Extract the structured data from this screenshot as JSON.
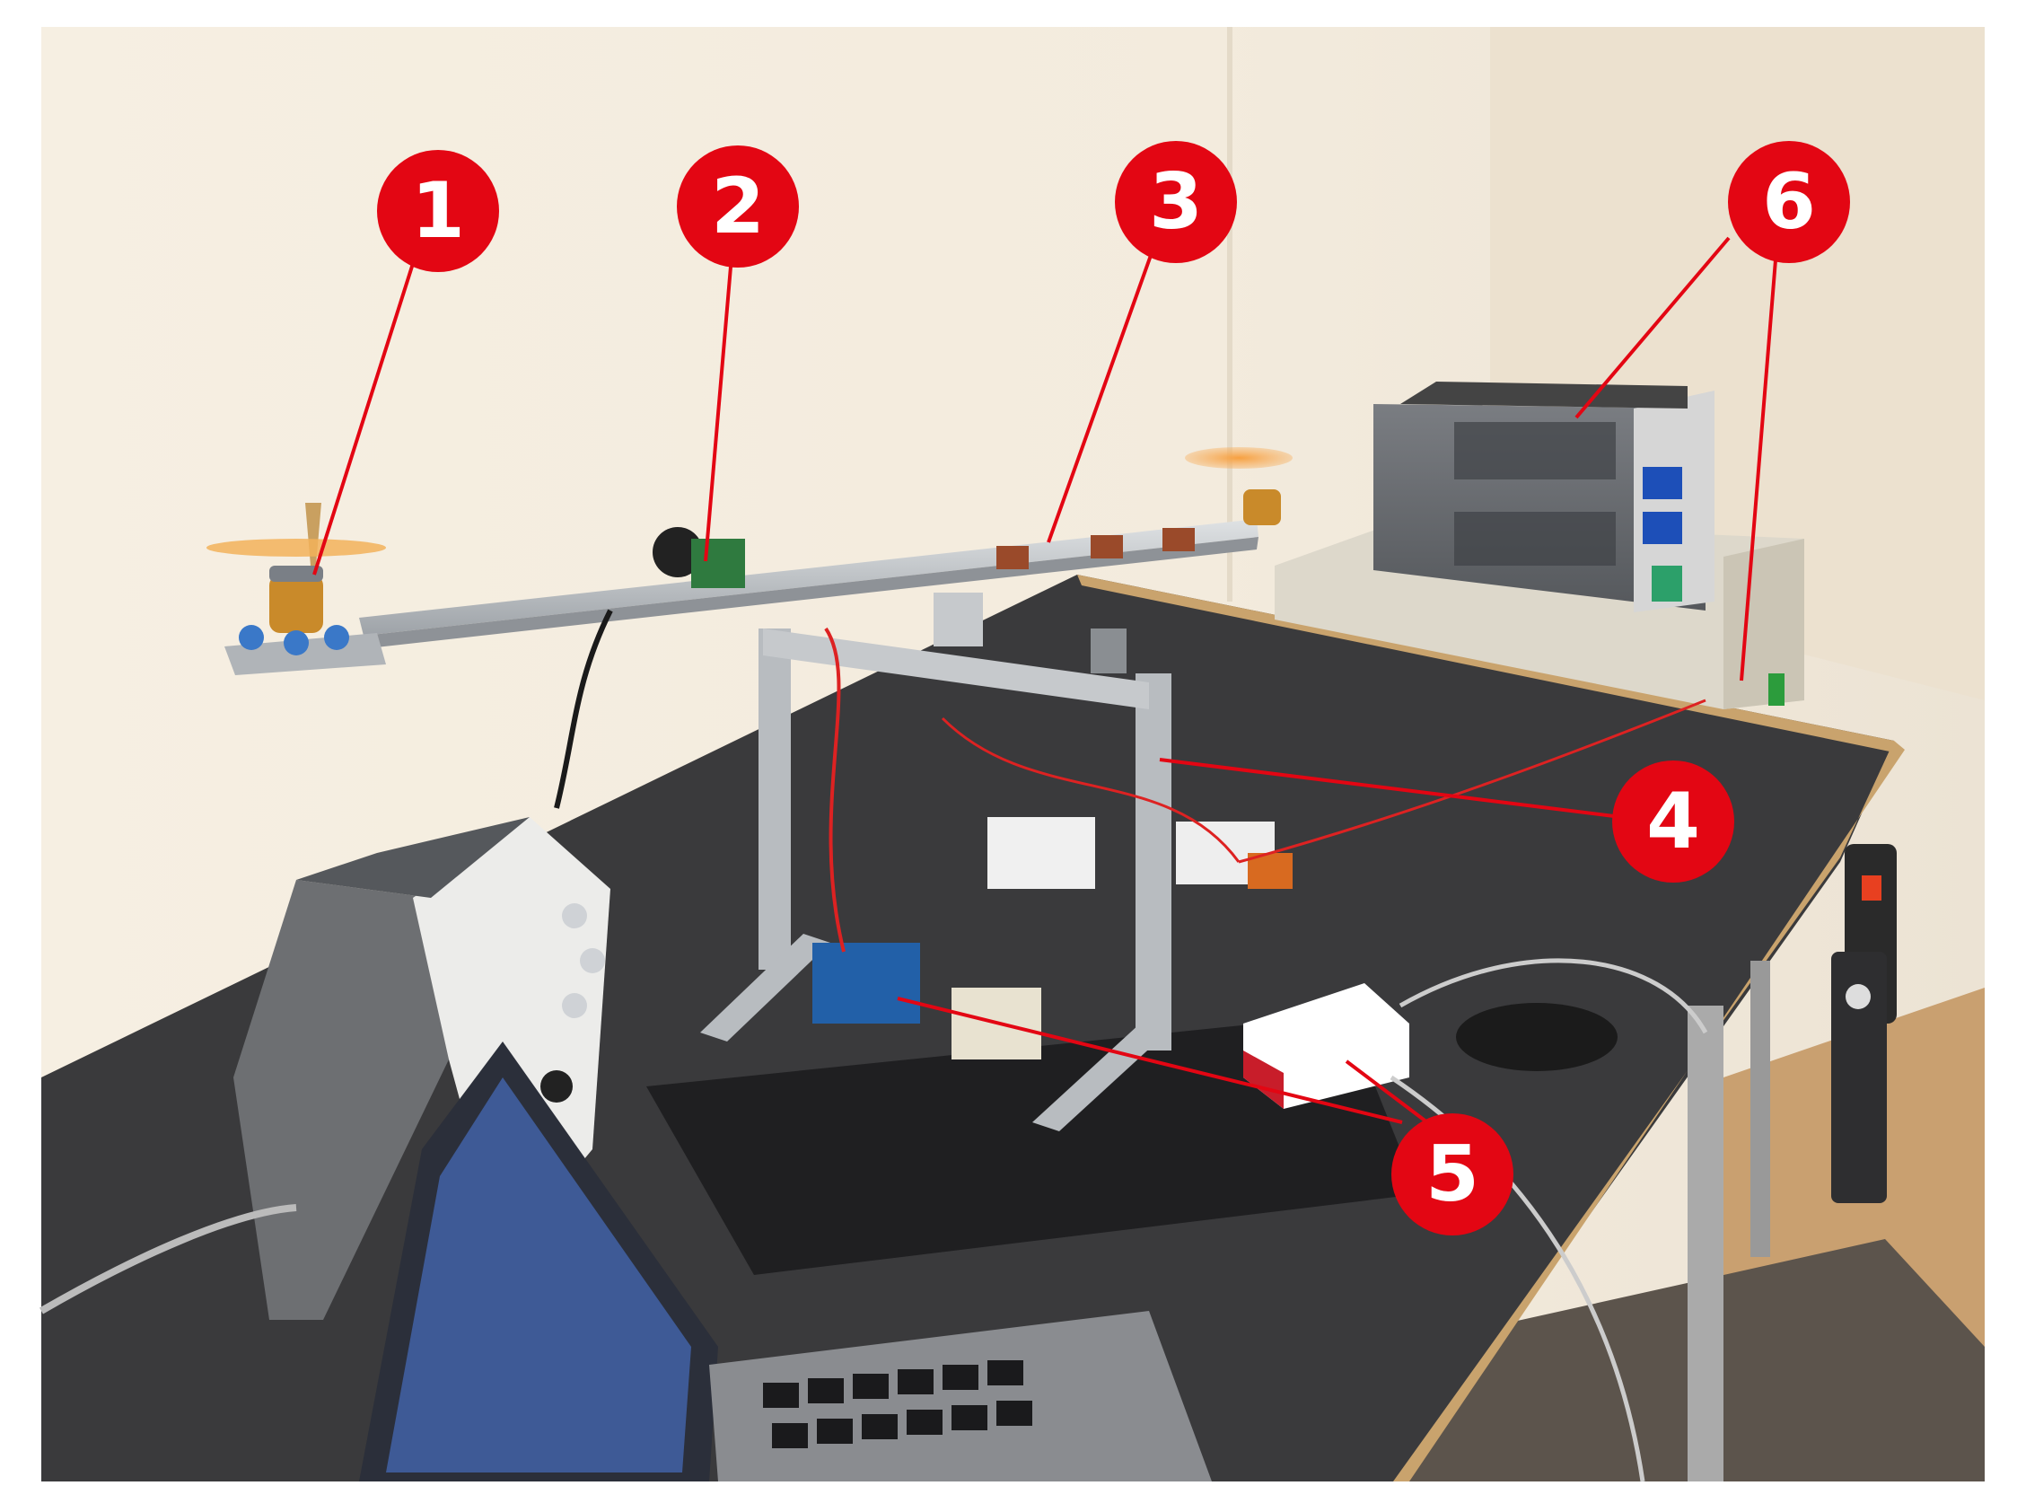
{
  "markers": [
    {
      "label": "1"
    },
    {
      "label": "2"
    },
    {
      "label": "3"
    },
    {
      "label": "4"
    },
    {
      "label": "5"
    },
    {
      "label": "6"
    }
  ],
  "colors": {
    "marker_fill": "#e30613",
    "marker_line": "#e30613",
    "wall": "#f3ece0",
    "table_top": "#3a3a3c",
    "table_edge": "#c9a36d",
    "frame": "#b8bcc0",
    "floor": "#c9a070",
    "carpet": "#5c544c"
  }
}
